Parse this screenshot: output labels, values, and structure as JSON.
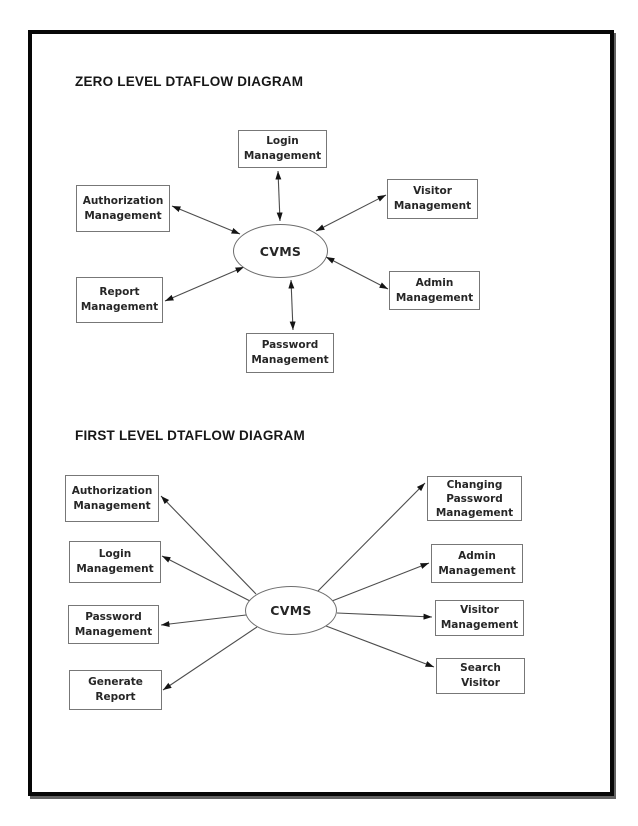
{
  "sections": [
    {
      "title": "ZERO LEVEL DTAFLOW DIAGRAM",
      "center": "CVMS",
      "nodes": {
        "login": "Login\nManagement",
        "authorization": "Authorization\nManagement",
        "visitor": "Visitor\nManagement",
        "admin": "Admin\nManagement",
        "report": "Report\nManagement",
        "password": "Password\nManagement"
      }
    },
    {
      "title": "FIRST LEVEL DTAFLOW DIAGRAM",
      "center": "CVMS",
      "nodes": {
        "authorization": "Authorization\nManagement",
        "login": "Login\nManagement",
        "password": "Password\nManagement",
        "generate_report": "Generate\nReport",
        "changing_password": "Changing\nPassword\nManagement",
        "admin": "Admin\nManagement",
        "visitor": "Visitor\nManagement",
        "search_visitor": "Search\nVisitor"
      }
    }
  ],
  "colors": {
    "frame_border": "#070707",
    "box_border": "#777777",
    "arrow_line": "#4c4c4c",
    "arrow_head": "#141414",
    "text": "#262626"
  }
}
